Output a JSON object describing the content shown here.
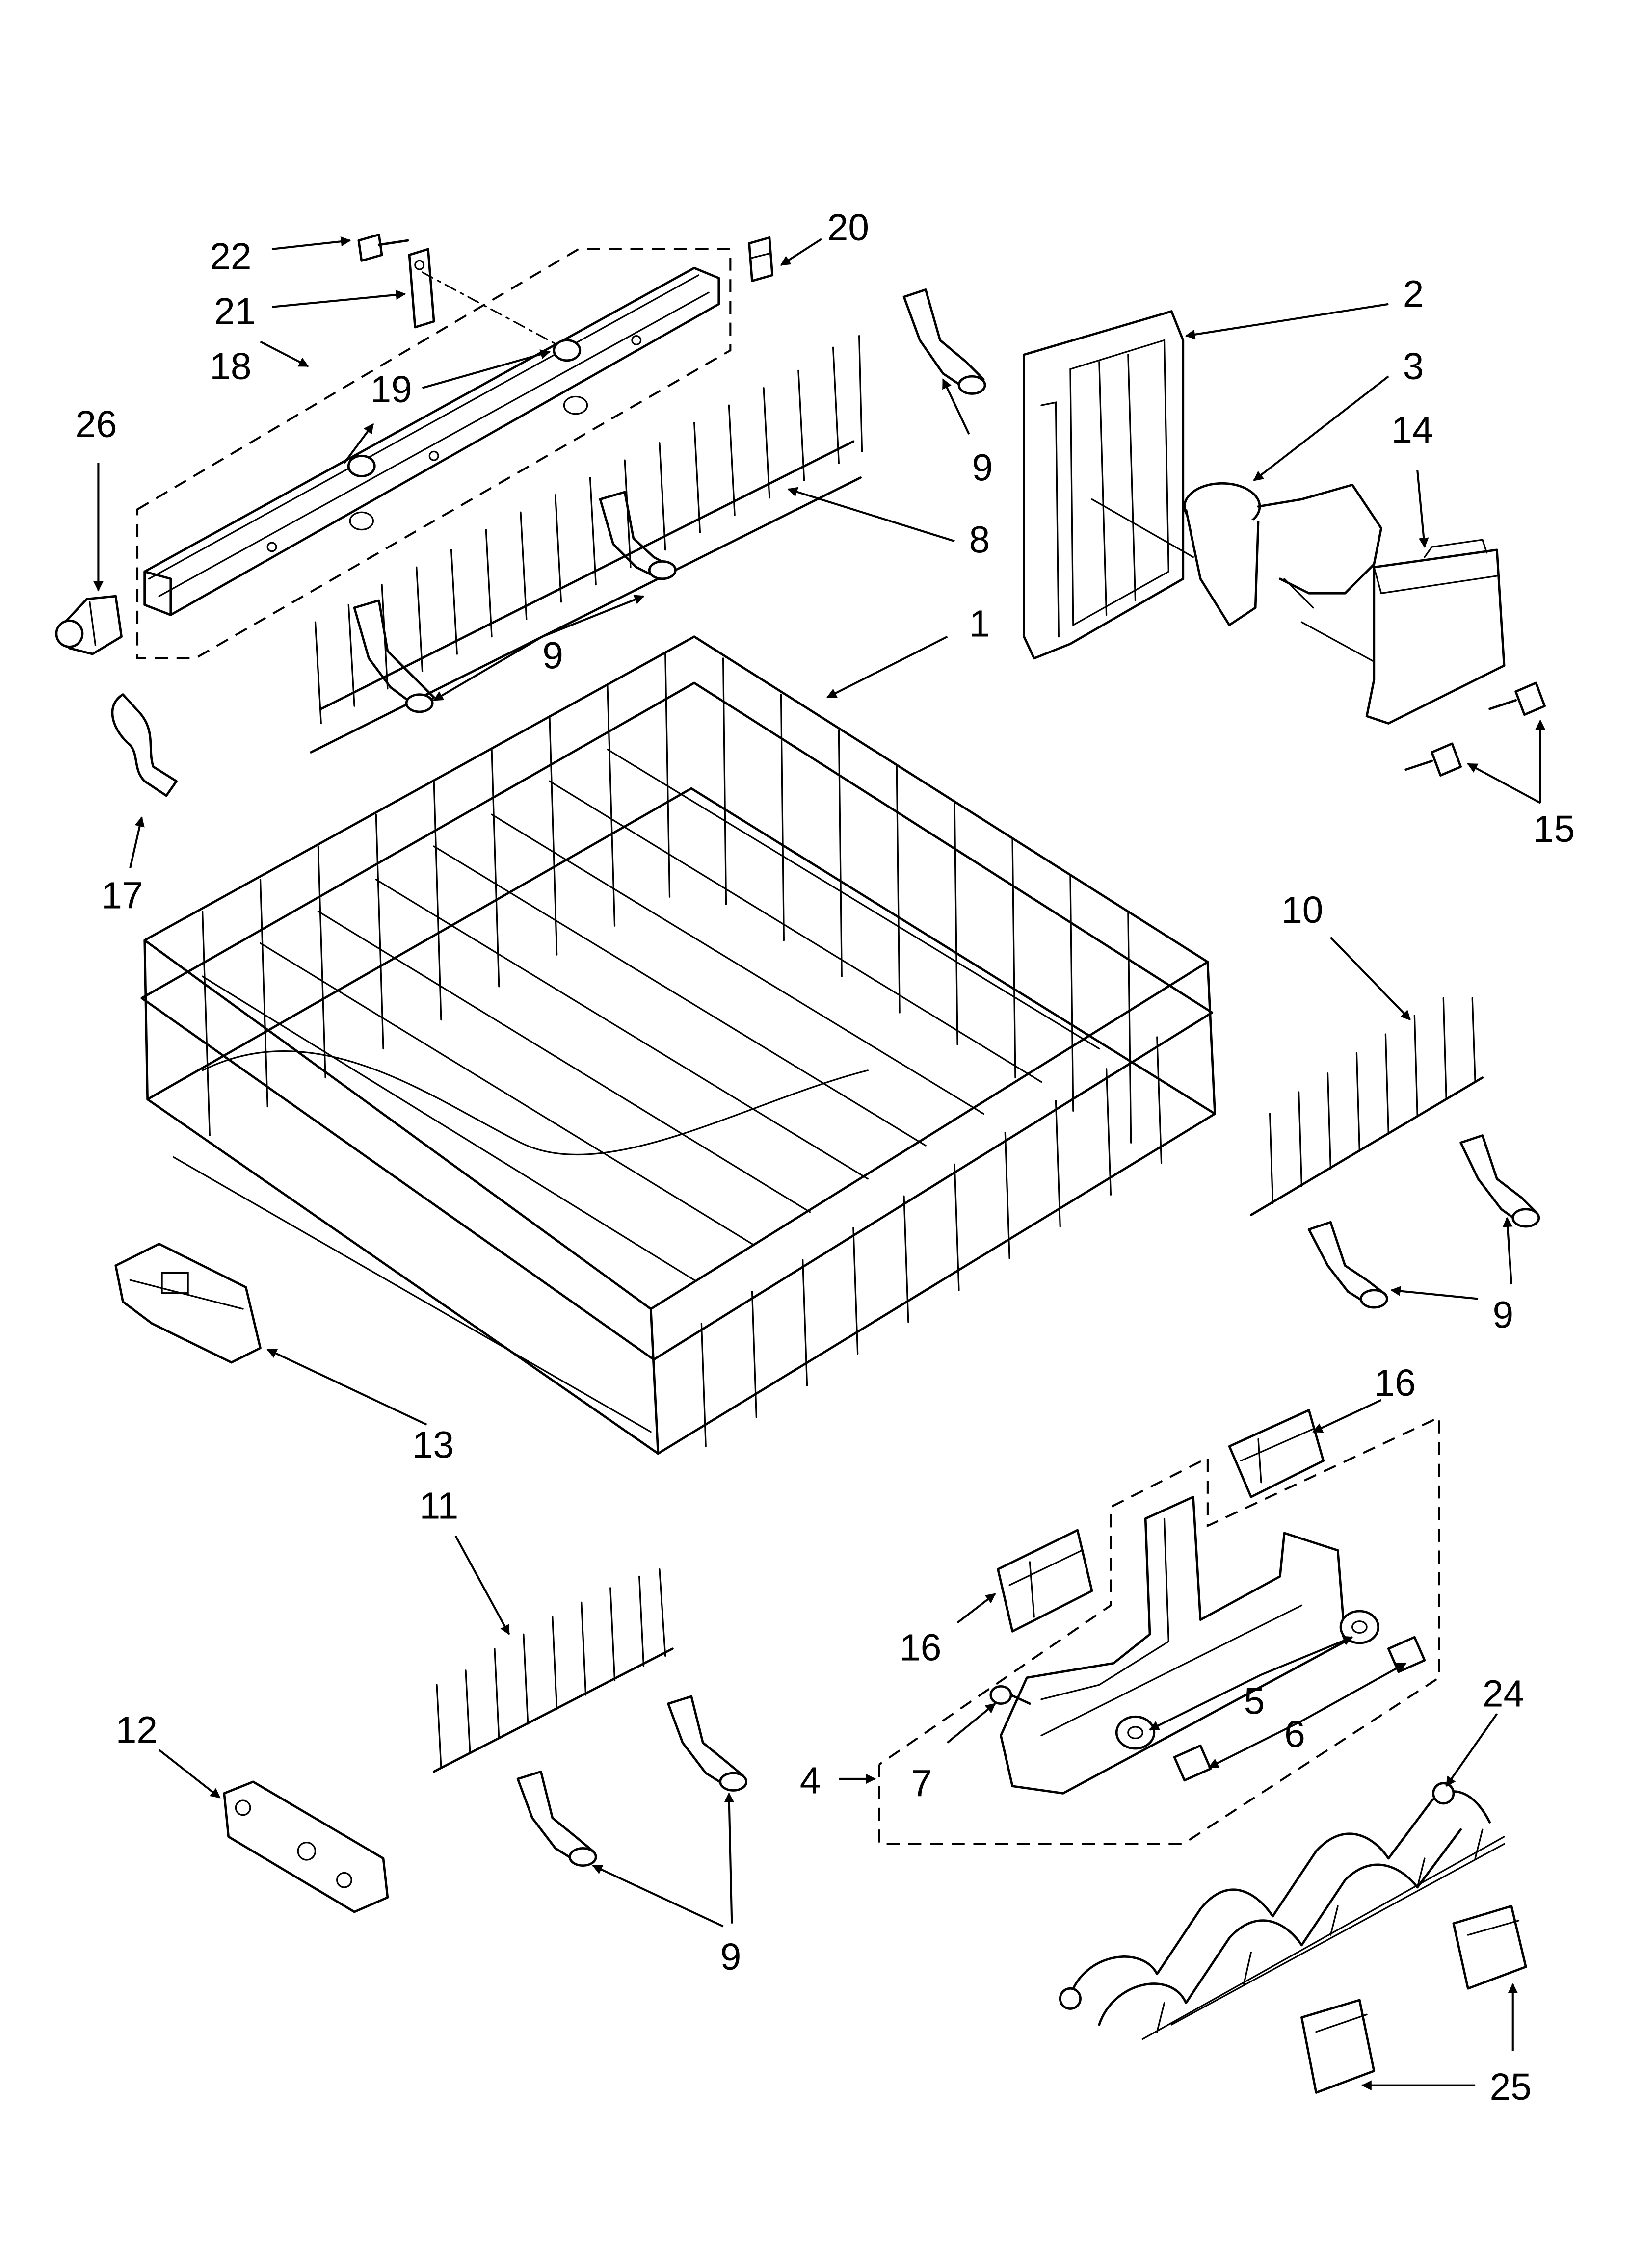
{
  "labels": {
    "l1": "1",
    "l2": "2",
    "l3": "3",
    "l4": "4",
    "l5": "5",
    "l6": "6",
    "l7": "7",
    "l8": "8",
    "l9a": "9",
    "l9b": "9",
    "l9c": "9",
    "l9d": "9",
    "l10": "10",
    "l11": "11",
    "l12": "12",
    "l13": "13",
    "l14": "14",
    "l15": "15",
    "l16a": "16",
    "l16b": "16",
    "l17": "17",
    "l18": "18",
    "l19": "19",
    "l20": "20",
    "l21": "21",
    "l22": "22",
    "l24": "24",
    "l25": "25",
    "l26": "26"
  }
}
